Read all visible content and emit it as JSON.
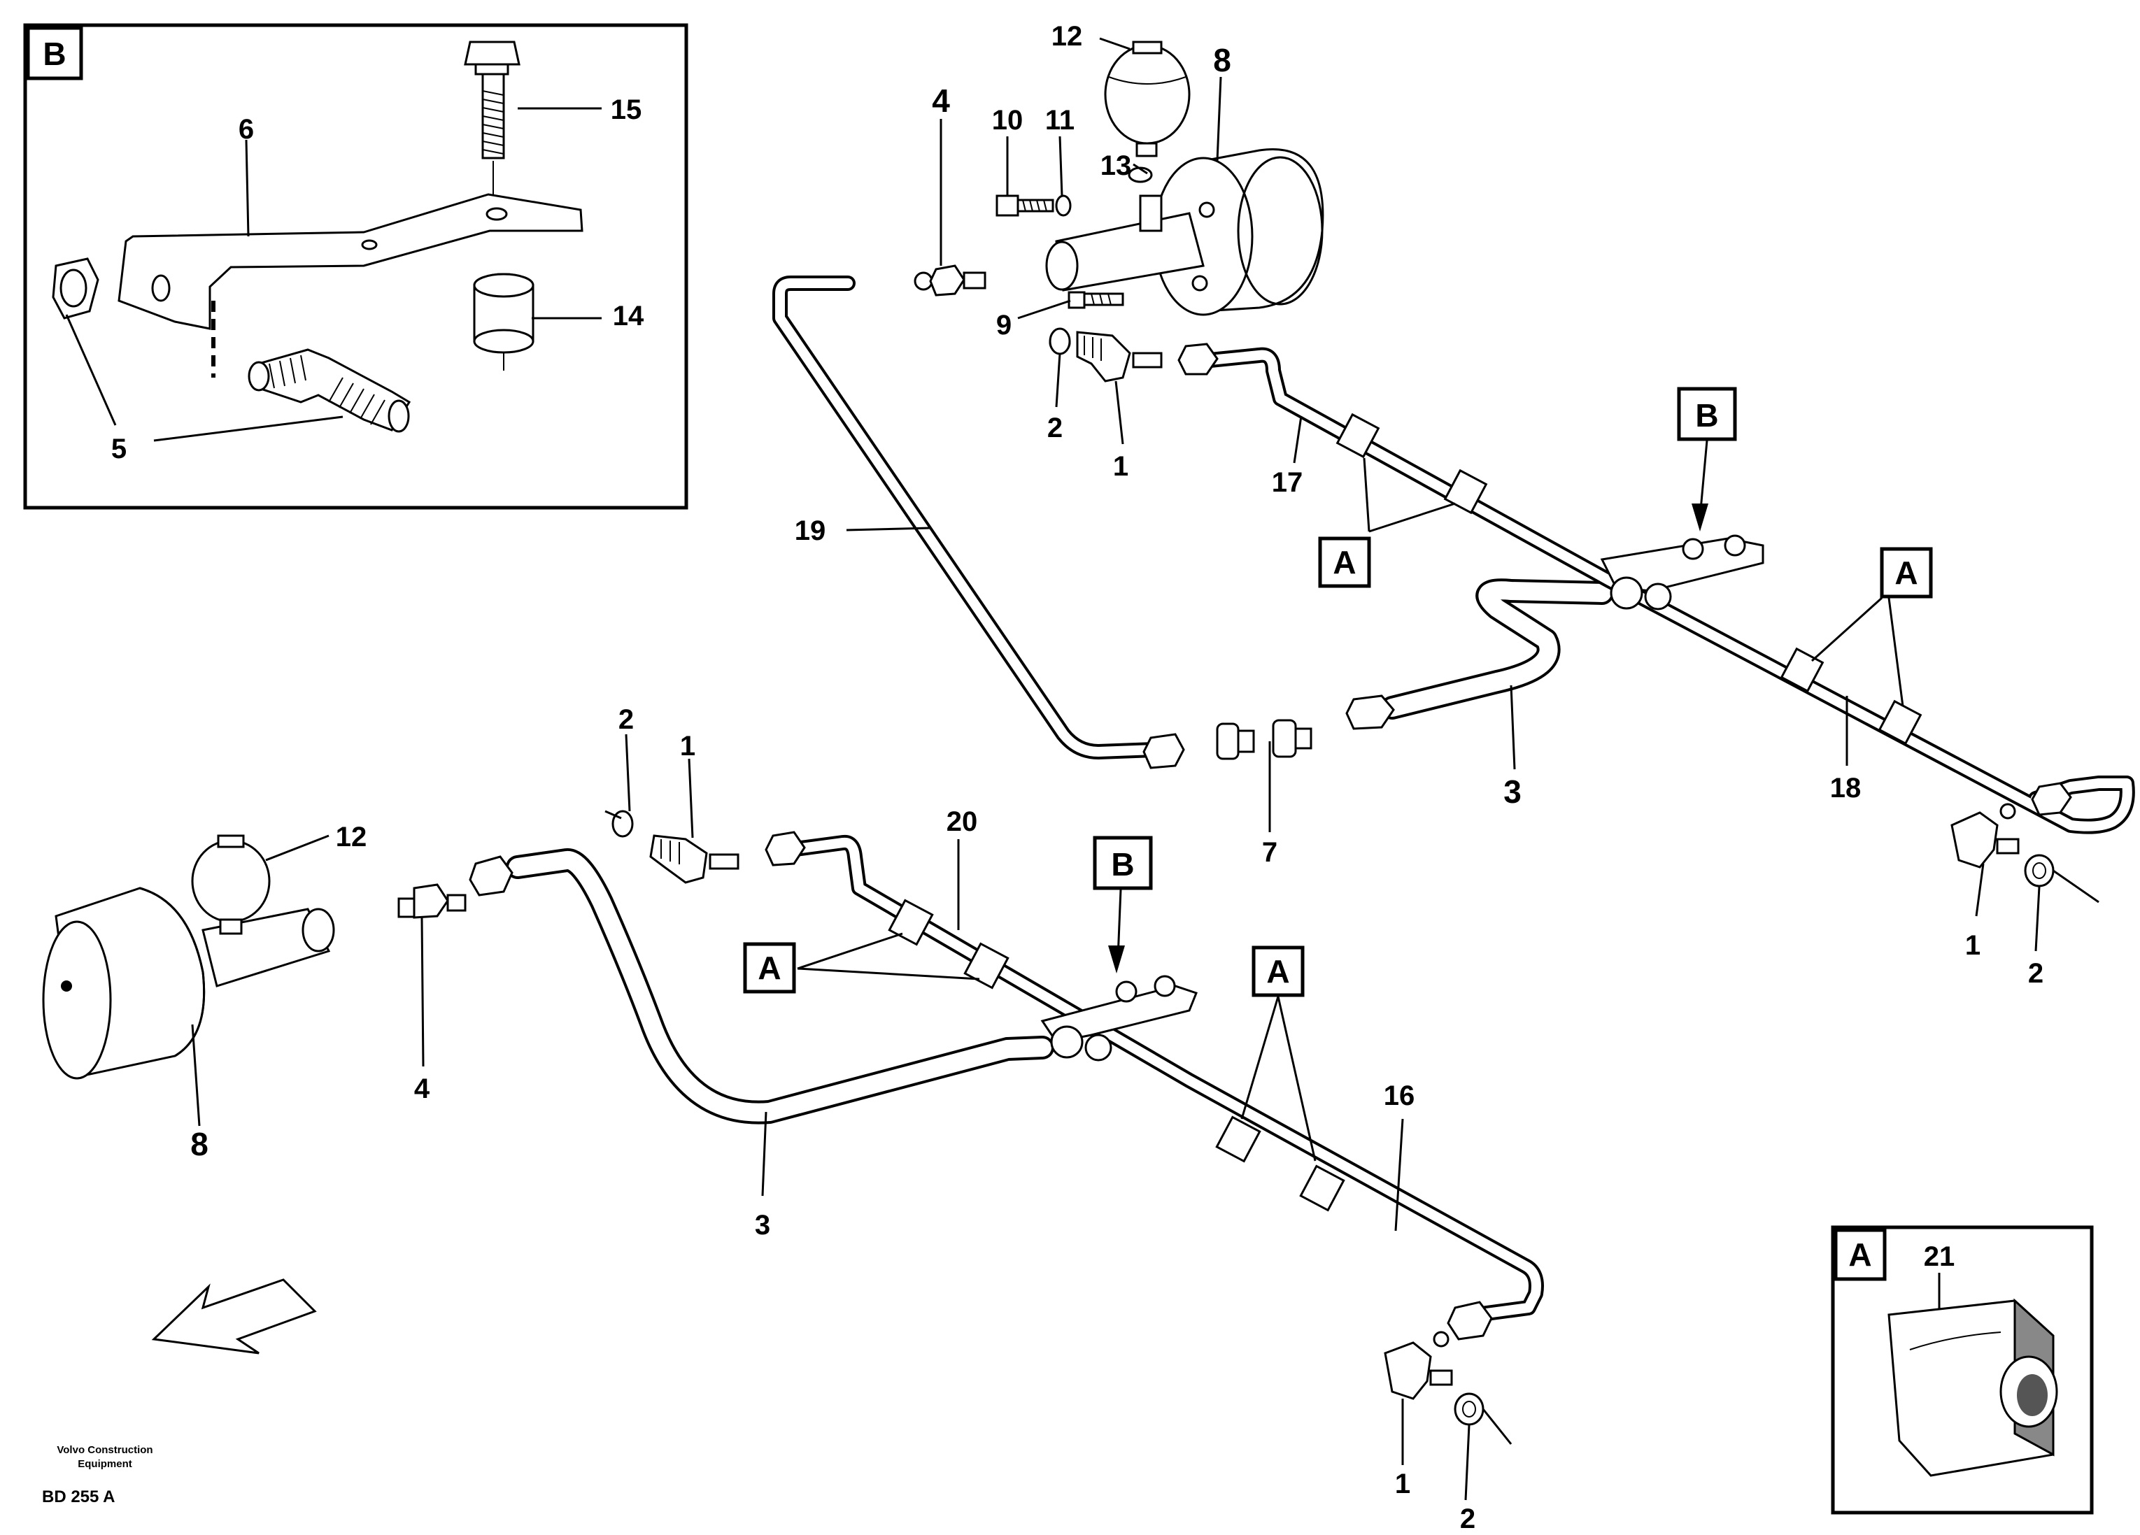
{
  "document_id": "BD 255 A",
  "publisher": [
    "Volvo Construction",
    "Equipment"
  ],
  "detail_boxes": {
    "B": {
      "letter": "B",
      "items": [
        "15",
        "6",
        "14",
        "5"
      ]
    },
    "A": {
      "letter": "A",
      "items": [
        "21"
      ]
    }
  },
  "ref_markers": {
    "A": "A",
    "B": "B"
  },
  "callouts": {
    "c1a": "1",
    "c1b": "1",
    "c1c": "1",
    "c1d": "1",
    "c2a": "2",
    "c2b": "2",
    "c2c": "2",
    "c2d": "2",
    "c3a": "3",
    "c3b": "3",
    "c4a": "4",
    "c4b": "4",
    "c5": "5",
    "c6": "6",
    "c7": "7",
    "c8a": "8",
    "c8b": "8",
    "c9": "9",
    "c10": "10",
    "c11": "11",
    "c12a": "12",
    "c12b": "12",
    "c13": "13",
    "c14": "14",
    "c15": "15",
    "c16": "16",
    "c17": "17",
    "c18": "18",
    "c19": "19",
    "c20": "20",
    "c21": "21"
  }
}
